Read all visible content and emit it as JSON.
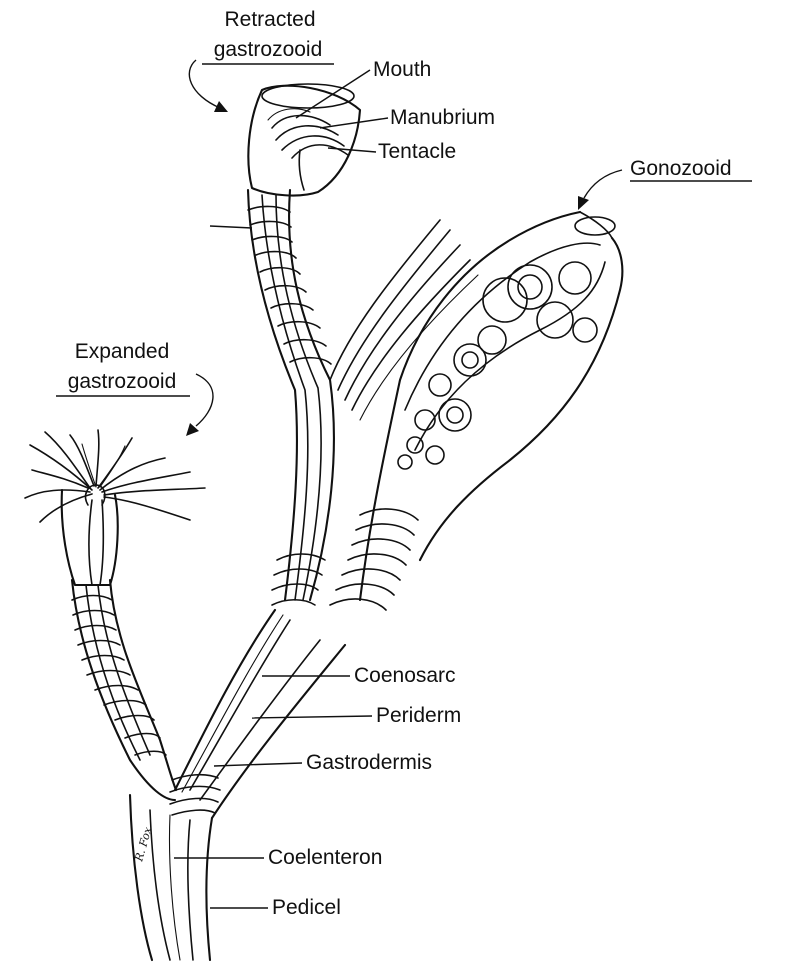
{
  "labels": {
    "retracted_line1": "Retracted",
    "retracted_line2": "gastrozooid",
    "mouth": "Mouth",
    "manubrium": "Manubrium",
    "tentacle": "Tentacle",
    "gonozooid": "Gonozooid",
    "expanded_line1": "Expanded",
    "expanded_line2": "gastrozooid",
    "coenosarc": "Coenosarc",
    "periderm": "Periderm",
    "gastrodermis": "Gastrodermis",
    "coelenteron": "Coelenteron",
    "pedicel": "Pedicel"
  },
  "signature": "R. Fox"
}
